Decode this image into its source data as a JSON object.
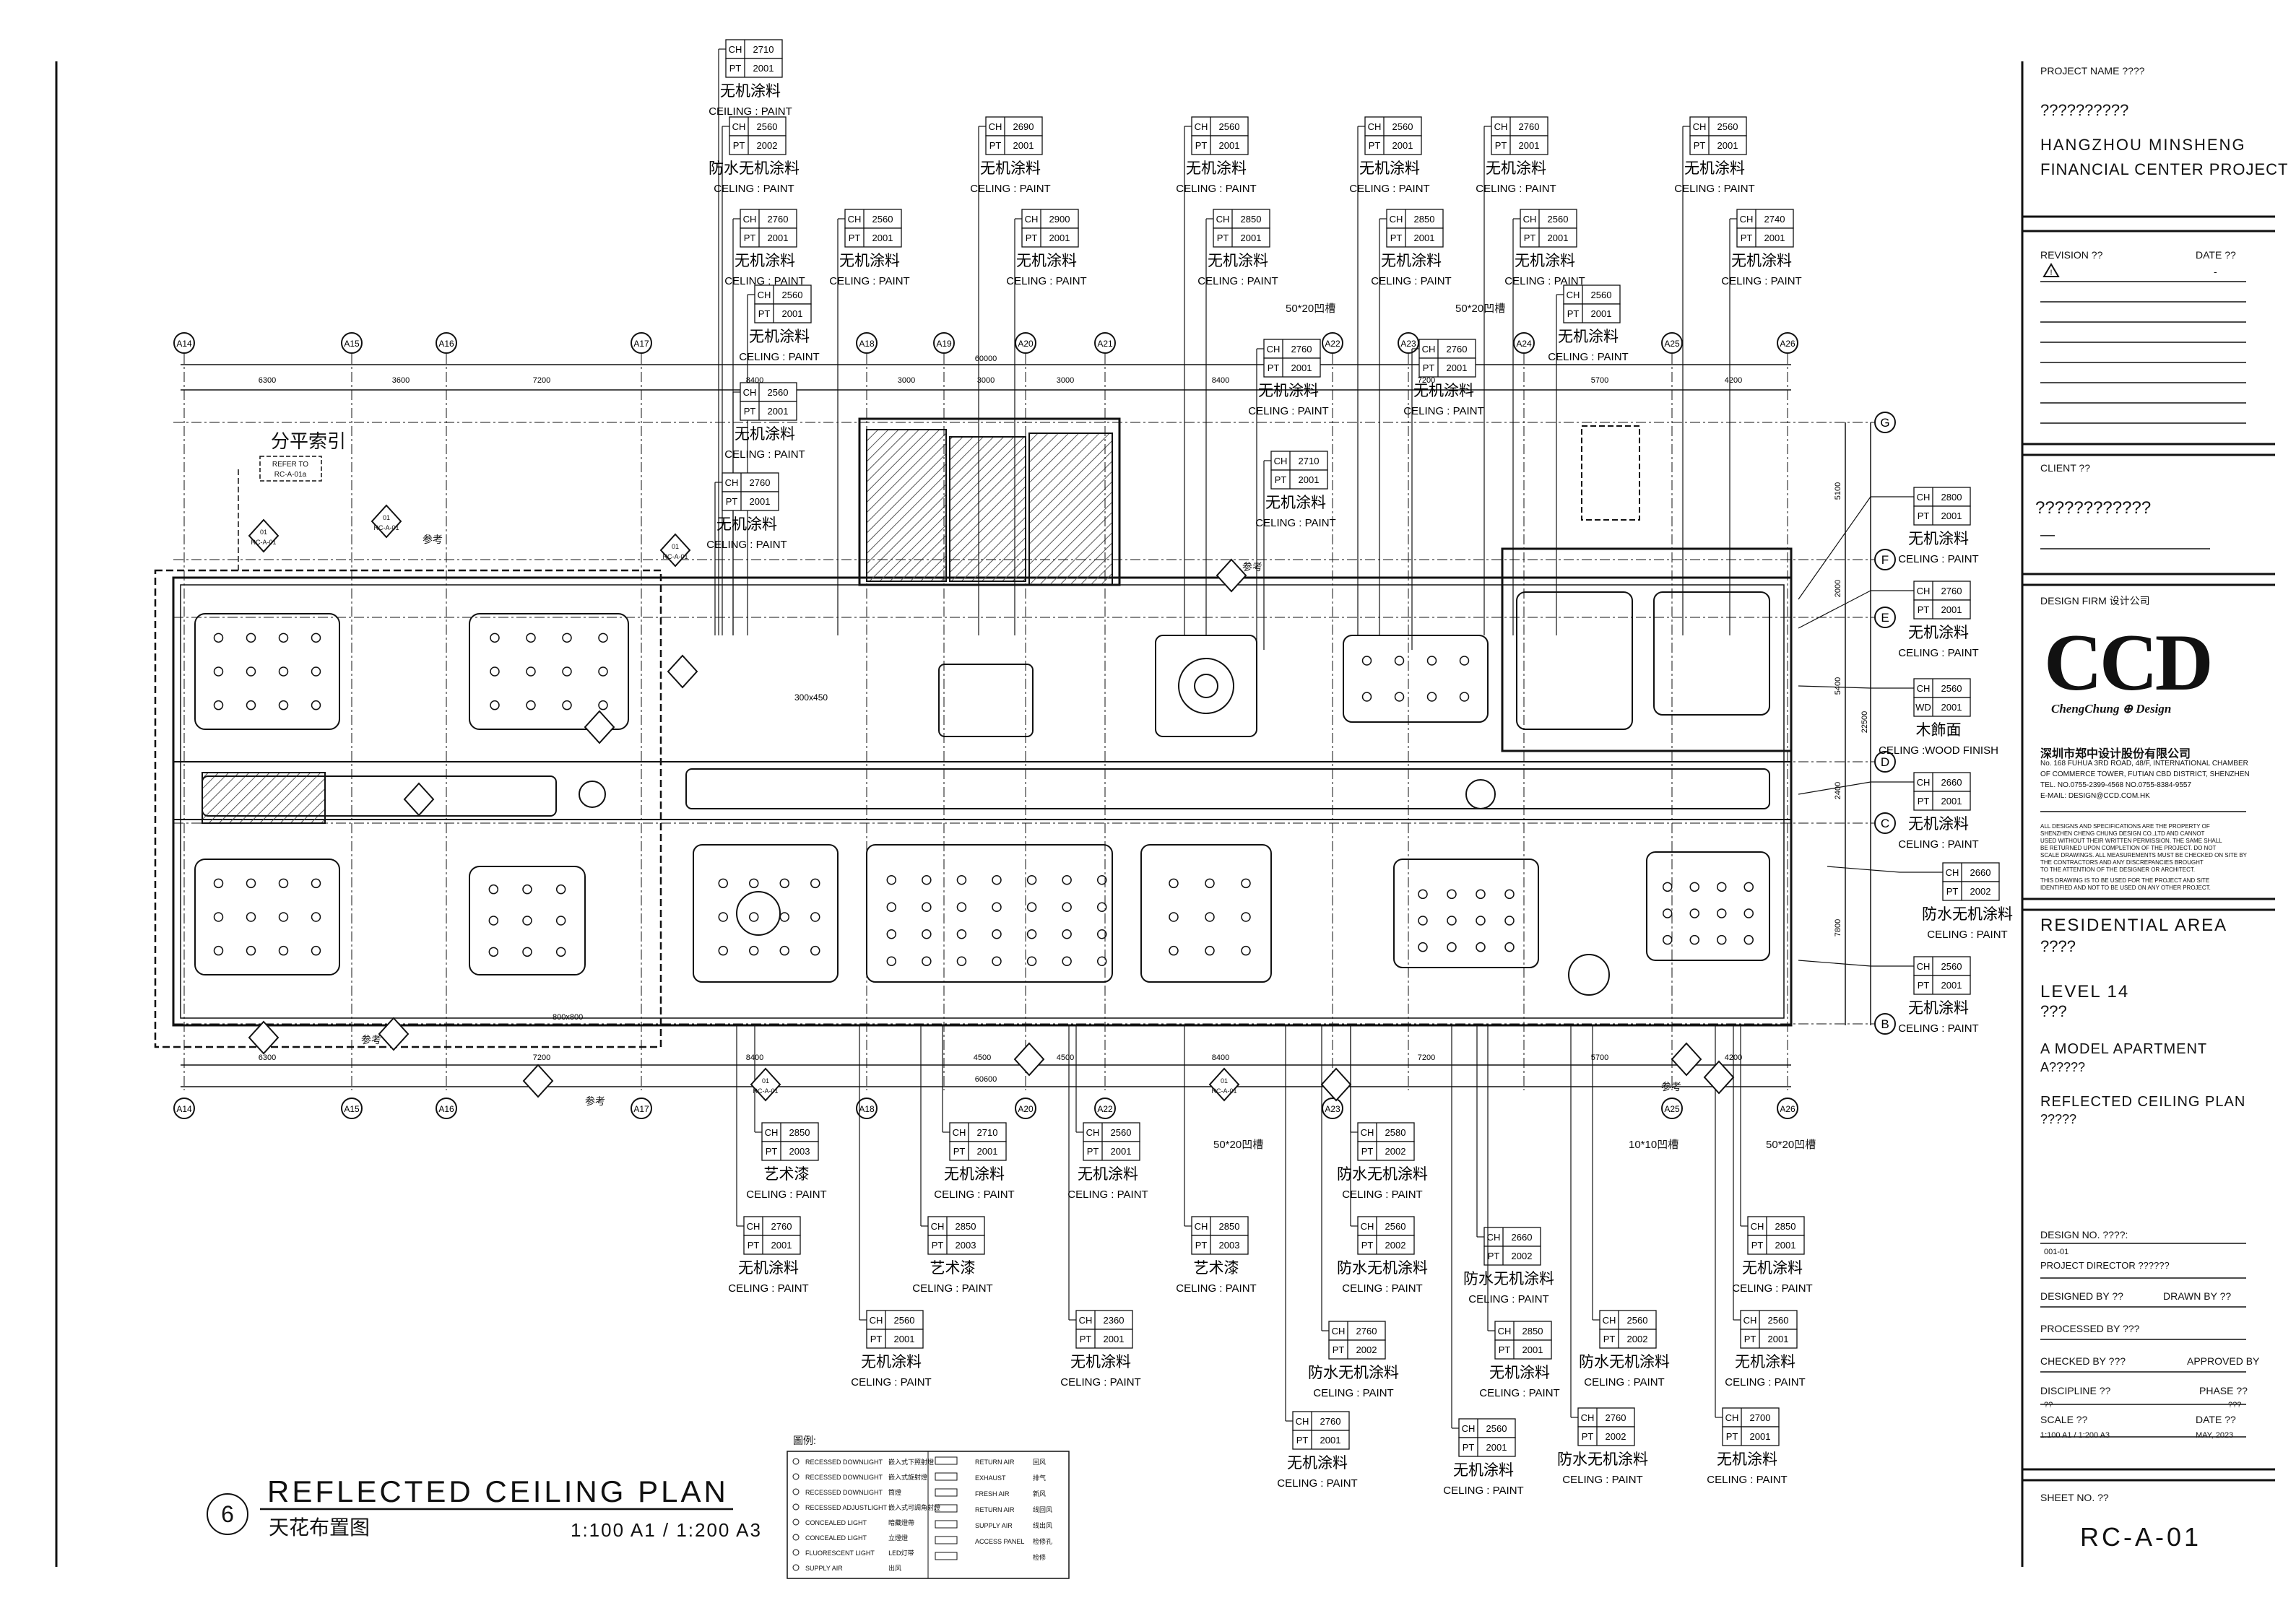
{
  "title_block": {
    "project_name_label": "PROJECT NAME ????",
    "project_name_cn": "??????????",
    "project_name_en_line1": "HANGZHOU MINSHENG",
    "project_name_en_line2": "FINANCIAL CENTER PROJECT",
    "revision_label": "REVISION ??",
    "date_label": "DATE ??",
    "revision_date_value": "-",
    "client_label": "CLIENT ??",
    "client_value": "????????????",
    "client_dash": "—",
    "design_firm_label": "DESIGN FIRM 设计公司",
    "logo_text": "CCD",
    "logo_subtitle": "ChengChung ⊕ Design",
    "firm_name_cn": "深圳市郑中设计股份有限公司",
    "firm_address_1": "No. 168 FUHUA 3RD ROAD, 48/F, INTERNATIONAL CHAMBER",
    "firm_address_2": "OF COMMERCE TOWER, FUTIAN CBD DISTRICT, SHENZHEN",
    "firm_tel": "TEL. NO.0755-2399-4568  NO.0755-8384-9557",
    "firm_email": "E-MAIL: DESIGN@CCD.COM.HK",
    "disclaimer_1": "ALL DESIGNS AND SPECIFICATIONS ARE THE PROPERTY OF",
    "disclaimer_2": "SHENZHEN CHENG CHUNG DESIGN CO.,LTD  AND  CANNOT",
    "disclaimer_3": "USED  WITHOUT THEIR WRITTEN PERMISSION. THE SAME SHALL",
    "disclaimer_4": "BE  RETURNED UPON COMPLETION OF THE PROJECT. DO NOT",
    "disclaimer_5": "SCALE DRAWINGS. ALL MEASUREMENTS MUST BE CHECKED ON SITE BY",
    "disclaimer_6": "THE CONTRACTORS AND ANY DISCREPANCIES BROUGHT",
    "disclaimer_7": "TO THE ATTENTION OF THE DESIGNER OR ARCHITECT.",
    "disclaimer_8": "THIS DRAWING IS TO BE USED FOR THE PROJECT AND SITE",
    "disclaimer_9": "IDENTIFIED AND NOT TO BE USED ON ANY OTHER PROJECT.",
    "area": "RESIDENTIAL AREA",
    "area_cn": "????",
    "level": "LEVEL 14",
    "level_cn": "???",
    "unit": "A MODEL APARTMENT",
    "unit_cn": "A?????",
    "sheet_title": "REFLECTED CEILING PLAN",
    "sheet_title_cn": "?????",
    "design_no_label": "DESIGN NO.    ????:",
    "design_no_value": "001-01",
    "project_director_label": "PROJECT DIRECTOR    ??????",
    "designed_by_label": "DESIGNED BY  ??",
    "drawn_by_label": "DRAWN BY  ??",
    "processed_by_label": "PROCESSED BY ???",
    "checked_by_label": "CHECKED BY   ???",
    "approved_by_label": "APPROVED BY",
    "discipline_label": "DISCIPLINE    ??",
    "discipline_value": "??",
    "phase_label": "PHASE  ??",
    "phase_value": "???",
    "scale_label": "SCALE   ??",
    "scale_value": "1:100 A1 / 1:200 A3",
    "date2_label": "DATE  ??",
    "date2_value": "MAY, 2023",
    "sheet_no_label": "SHEET NO.   ??",
    "sheet_no": "RC-A-01"
  },
  "drawing_title": {
    "number": "6",
    "title_en": "REFLECTED CEILING PLAN",
    "title_cn": "天花布置图",
    "scale": "1:100 A1 / 1:200 A3"
  },
  "legend": {
    "heading": "圖例:",
    "rows_left": [
      {
        "en": "RECESSED DOWNLIGHT",
        "cn": "嵌入式下照射燈"
      },
      {
        "en": "RECESSED DOWNLIGHT",
        "cn": "嵌入式旋射燈"
      },
      {
        "en": "RECESSED DOWNLIGHT",
        "cn": "筒燈"
      },
      {
        "en": "RECESSED ADJUSTLIGHT",
        "cn": "嵌入式可調角射燈"
      },
      {
        "en": "CONCEALED LIGHT",
        "cn": "暗藏燈帶"
      },
      {
        "en": "CONCEALED LIGHT",
        "cn": "立燈燈"
      },
      {
        "en": "FLUORESCENT LIGHT",
        "cn": "LED灯带"
      },
      {
        "en": "SUPPLY AIR",
        "cn": "出风"
      }
    ],
    "rows_right": [
      {
        "en": "RETURN AIR",
        "cn": "回风"
      },
      {
        "en": "EXHAUST",
        "cn": "排气"
      },
      {
        "en": "FRESH AIR",
        "cn": "新风"
      },
      {
        "en": "RETURN AIR",
        "cn": "线回风"
      },
      {
        "en": "SUPPLY AIR",
        "cn": "线出风"
      },
      {
        "en": "ACCESS PANEL",
        "cn": "检修孔"
      },
      {
        "en": "",
        "cn": "检修"
      }
    ]
  },
  "grid_labels": {
    "columns": [
      "A14",
      "A15",
      "A16",
      "A17",
      "A18",
      "A19",
      "A20",
      "A21",
      "A22",
      "A23",
      "A24",
      "A25",
      "A26"
    ],
    "bottom_columns": [
      "A14",
      "A15",
      "A16",
      "A17",
      "A18",
      "A20",
      "A22",
      "A23",
      "A25",
      "A26"
    ],
    "rows": [
      "G",
      "F",
      "E",
      "D",
      "C",
      "B"
    ]
  },
  "dimensions": {
    "top_row": [
      "6300",
      "3600",
      "7200",
      "8400",
      "3000",
      "3000",
      "3000",
      "8400",
      "7200",
      "5700",
      "4200"
    ],
    "top_overall": "60000",
    "bottom_row": [
      "6300",
      "7200",
      "8400",
      "4500",
      "4500",
      "8400",
      "7200",
      "5700",
      "4200"
    ],
    "bottom_overall": "60600",
    "right_side": [
      "5100",
      "2000",
      "5400",
      "2400",
      "7800"
    ],
    "right_overall": "22500",
    "misc": [
      "300x450",
      "800x800"
    ]
  },
  "tags_top": [
    {
      "ch": "2710",
      "pt": "2001",
      "cn": "无机涂料",
      "en": "CEILING : PAINT"
    },
    {
      "ch": "2560",
      "pt": "2002",
      "cn": "防水无机涂料",
      "en": "CELING : PAINT"
    },
    {
      "ch": "2690",
      "pt": "2001",
      "cn": "无机涂料",
      "en": "CELING : PAINT"
    },
    {
      "ch": "2560",
      "pt": "2001",
      "cn": "无机涂料",
      "en": "CELING : PAINT"
    },
    {
      "ch": "2560",
      "pt": "2001",
      "cn": "无机涂料",
      "en": "CELING : PAINT"
    },
    {
      "ch": "2760",
      "pt": "2001",
      "cn": "无机涂料",
      "en": "CELING : PAINT"
    },
    {
      "ch": "2560",
      "pt": "2001",
      "cn": "无机涂料",
      "en": "CELING : PAINT"
    },
    {
      "ch": "2760",
      "pt": "2001",
      "cn": "无机涂料",
      "en": "CELING : PAINT"
    },
    {
      "ch": "2560",
      "pt": "2001",
      "cn": "无机涂料",
      "en": "CELING : PAINT"
    },
    {
      "ch": "2900",
      "pt": "2001",
      "cn": "无机涂料",
      "en": "CELING : PAINT"
    },
    {
      "ch": "2850",
      "pt": "2001",
      "cn": "无机涂料",
      "en": "CELING : PAINT"
    },
    {
      "ch": "2850",
      "pt": "2001",
      "cn": "无机涂料",
      "en": "CELING : PAINT"
    },
    {
      "ch": "2560",
      "pt": "2001",
      "cn": "无机涂料",
      "en": "CELING : PAINT"
    },
    {
      "ch": "2740",
      "pt": "2001",
      "cn": "无机涂料",
      "en": "CELING : PAINT"
    },
    {
      "ch": "2560",
      "pt": "2001",
      "cn": "无机涂料",
      "en": "CELING : PAINT"
    },
    {
      "ch": "2560",
      "pt": "2001",
      "cn": "无机涂料",
      "en": "CELING : PAINT"
    },
    {
      "ch": "2560",
      "pt": "2001",
      "cn": "无机涂料",
      "en": "CELING : PAINT"
    },
    {
      "ch": "2760",
      "pt": "2001",
      "cn": "无机涂料",
      "en": "CELING : PAINT"
    },
    {
      "ch": "2760",
      "pt": "2001",
      "cn": "无机涂料",
      "en": "CELING : PAINT"
    },
    {
      "ch": "2760",
      "pt": "2001",
      "cn": "无机涂料",
      "en": "CELING : PAINT"
    },
    {
      "ch": "2710",
      "pt": "2001",
      "cn": "无机涂料",
      "en": "CELING : PAINT"
    }
  ],
  "tags_right": [
    {
      "ch": "2800",
      "pt": "2001",
      "cn": "无机涂料",
      "en": "CELING : PAINT"
    },
    {
      "ch": "2760",
      "pt": "2001",
      "cn": "无机涂料",
      "en": "CELING : PAINT"
    },
    {
      "ch": "2560",
      "pt": "2001",
      "cn": "木飾面",
      "en": "CELING :WOOD FINISH",
      "ch_label": "CH",
      "pt_label": "WD"
    },
    {
      "ch": "2660",
      "pt": "2001",
      "cn": "无机涂料",
      "en": "CELING : PAINT"
    },
    {
      "ch": "2660",
      "pt": "2002",
      "cn": "防水无机涂料",
      "en": "CELING : PAINT"
    },
    {
      "ch": "2560",
      "pt": "2001",
      "cn": "无机涂料",
      "en": "CELING : PAINT"
    }
  ],
  "tags_bottom": [
    {
      "ch": "2850",
      "pt": "2003",
      "cn": "艺术漆",
      "en": "CELING : PAINT"
    },
    {
      "ch": "2710",
      "pt": "2001",
      "cn": "无机涂料",
      "en": "CELING : PAINT"
    },
    {
      "ch": "2560",
      "pt": "2001",
      "cn": "无机涂料",
      "en": "CELING : PAINT"
    },
    {
      "ch": "2580",
      "pt": "2002",
      "cn": "防水无机涂料",
      "en": "CELING : PAINT"
    },
    {
      "ch": "2760",
      "pt": "2001",
      "cn": "无机涂料",
      "en": "CELING : PAINT"
    },
    {
      "ch": "2850",
      "pt": "2003",
      "cn": "艺术漆",
      "en": "CELING : PAINT"
    },
    {
      "ch": "2850",
      "pt": "2003",
      "cn": "艺术漆",
      "en": "CELING : PAINT"
    },
    {
      "ch": "2560",
      "pt": "2002",
      "cn": "防水无机涂料",
      "en": "CELING : PAINT"
    },
    {
      "ch": "2660",
      "pt": "2002",
      "cn": "防水无机涂料",
      "en": "CELING : PAINT"
    },
    {
      "ch": "2850",
      "pt": "2001",
      "cn": "无机涂料",
      "en": "CELING : PAINT"
    },
    {
      "ch": "2560",
      "pt": "2001",
      "cn": "无机涂料",
      "en": "CELING : PAINT"
    },
    {
      "ch": "2360",
      "pt": "2001",
      "cn": "无机涂料",
      "en": "CELING : PAINT"
    },
    {
      "ch": "2760",
      "pt": "2002",
      "cn": "防水无机涂料",
      "en": "CELING : PAINT"
    },
    {
      "ch": "2850",
      "pt": "2001",
      "cn": "无机涂料",
      "en": "CELING : PAINT"
    },
    {
      "ch": "2560",
      "pt": "2002",
      "cn": "防水无机涂料",
      "en": "CELING : PAINT"
    },
    {
      "ch": "2560",
      "pt": "2001",
      "cn": "无机涂料",
      "en": "CELING : PAINT"
    },
    {
      "ch": "2760",
      "pt": "2001",
      "cn": "无机涂料",
      "en": "CELING : PAINT"
    },
    {
      "ch": "2560",
      "pt": "2001",
      "cn": "无机涂料",
      "en": "CELING : PAINT"
    },
    {
      "ch": "2760",
      "pt": "2002",
      "cn": "防水无机涂料",
      "en": "CELING : PAINT"
    },
    {
      "ch": "2700",
      "pt": "2001",
      "cn": "无机涂料",
      "en": "CELING : PAINT"
    }
  ],
  "notes": {
    "groove_50x20": "50*20凹槽",
    "groove_10x10": "10*10凹槽",
    "index_plan": "分平索引",
    "refer_to": "REFER TO",
    "refer_sheet": "RC-A-01a",
    "reference": "参考",
    "section_tag_top": "01",
    "section_tag_bottom": "RC-A-01"
  },
  "labels": {
    "ch": "CH",
    "pt": "PT"
  },
  "colors": {
    "line": "#111111",
    "hatch": "#555555",
    "paper": "#ffffff"
  }
}
